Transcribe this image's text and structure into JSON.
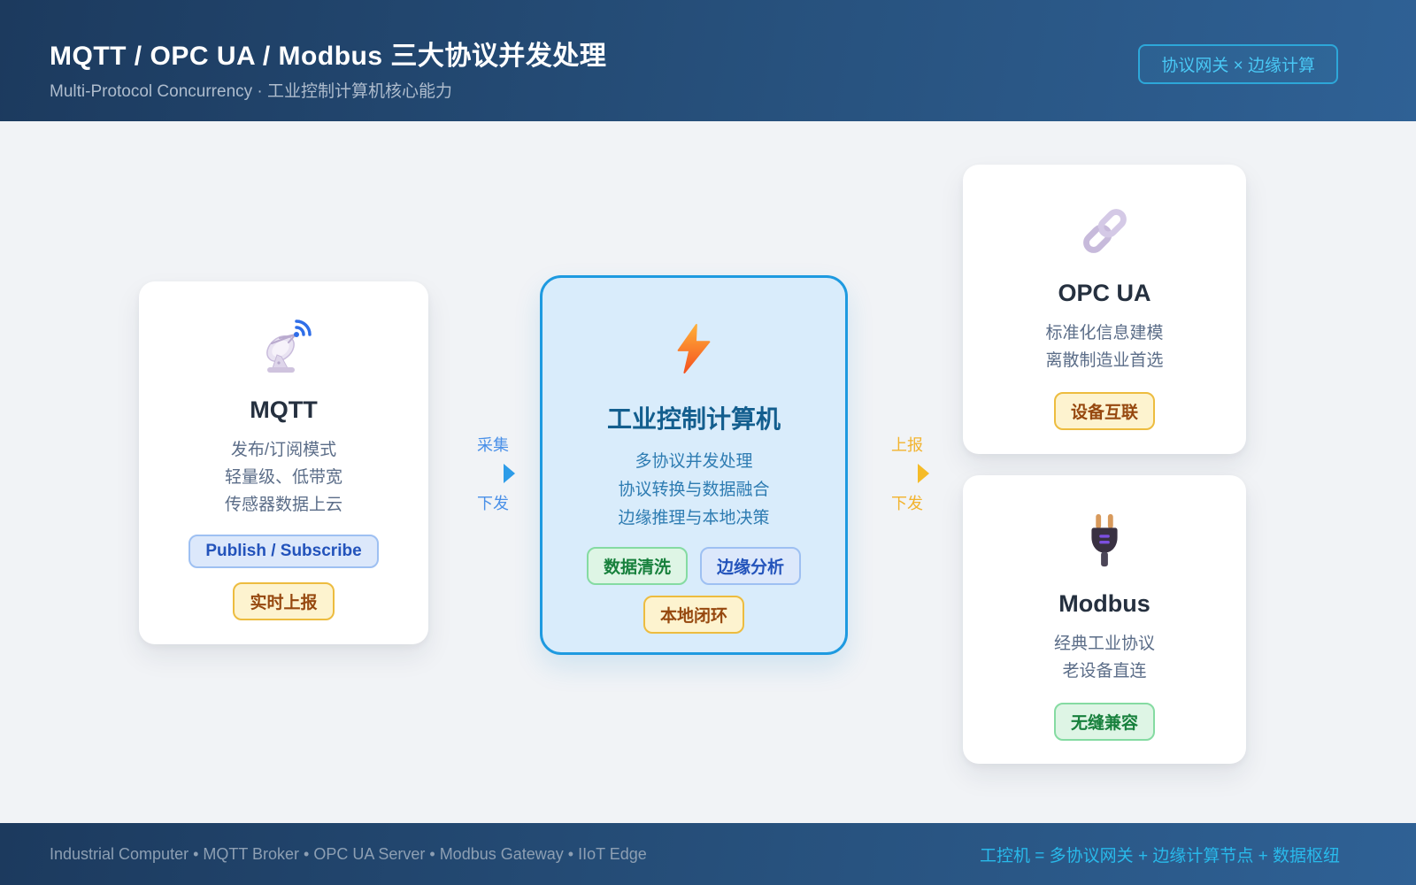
{
  "header": {
    "title": "MQTT / OPC UA / Modbus 三大协议并发处理",
    "subtitle": "Multi-Protocol Concurrency · 工业控制计算机核心能力",
    "badge": "协议网关 × 边缘计算"
  },
  "cards": {
    "mqtt": {
      "icon": "satellite-antenna",
      "title": "MQTT",
      "lines": [
        "发布/订阅模式",
        "轻量级、低带宽",
        "传感器数据上云"
      ],
      "badges": [
        {
          "label": "Publish / Subscribe",
          "style": "blue"
        },
        {
          "label": "实时上报",
          "style": "yellow"
        }
      ]
    },
    "controller": {
      "icon": "lightning-bolt",
      "title": "工业控制计算机",
      "lines": [
        "多协议并发处理",
        "协议转换与数据融合",
        "边缘推理与本地决策"
      ],
      "badges": [
        {
          "label": "数据清洗",
          "style": "green"
        },
        {
          "label": "边缘分析",
          "style": "blue"
        },
        {
          "label": "本地闭环",
          "style": "yellow"
        }
      ]
    },
    "opcua": {
      "icon": "chain-link",
      "title": "OPC UA",
      "lines": [
        "标准化信息建模",
        "离散制造业首选"
      ],
      "badges": [
        {
          "label": "设备互联",
          "style": "yellow"
        }
      ]
    },
    "modbus": {
      "icon": "electric-plug",
      "title": "Modbus",
      "lines": [
        "经典工业协议",
        "老设备直连"
      ],
      "badges": [
        {
          "label": "无缝兼容",
          "style": "green"
        }
      ]
    }
  },
  "connectors": {
    "left": {
      "top": "采集",
      "bottom": "下发"
    },
    "right": {
      "top": "上报",
      "bottom": "下发"
    }
  },
  "footer": {
    "left": "Industrial Computer • MQTT Broker • OPC UA Server • Modbus Gateway • IIoT Edge",
    "right": "工控机 = 多协议网关 + 边缘计算节点 + 数据枢纽"
  },
  "colors": {
    "header_gradient_start": "#1c3a5e",
    "header_gradient_end": "#2f6195",
    "header_badge_accent": "#49c8f5",
    "canvas_background": "#f1f3f6",
    "center_card_background": "#d9ecfb",
    "center_card_border": "#1e9ae0",
    "collect_dispatch_label": "#4a90e8",
    "report_dispatch_label": "#f2b32e",
    "badge_blue_text": "#2353bb",
    "badge_yellow_text": "#96480f",
    "badge_green_text": "#17803c",
    "footer_text": "#8d9fb3",
    "footer_highlight": "#29b9ea"
  }
}
